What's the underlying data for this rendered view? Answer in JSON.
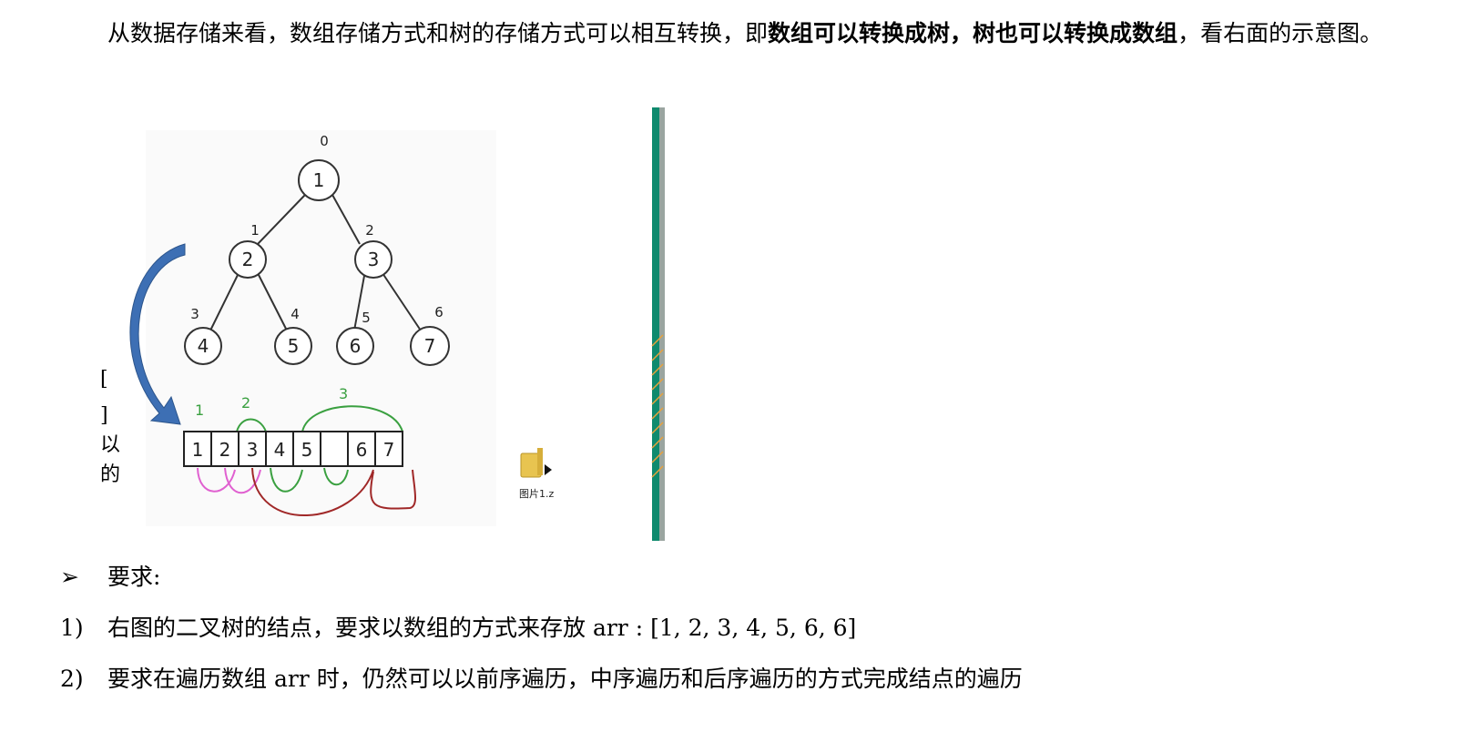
{
  "paragraph": {
    "intro": "从数据存储来看，数组存储方式和树的存储方式可以相互转换，即",
    "bold1": "数组可以转换成树",
    "comma": "，",
    "bold2": "树也可以转换成数组",
    "end": "，看右面的示意图。"
  },
  "figure": {
    "tree_nodes": [
      "1",
      "2",
      "3",
      "4",
      "5",
      "6",
      "7"
    ],
    "index_labels": [
      "0",
      "1",
      "2",
      "3",
      "4",
      "5",
      "6"
    ],
    "array_cells": [
      "1",
      "2",
      "3",
      "4",
      "5",
      "6",
      "7"
    ],
    "level_labels": [
      "1",
      "2",
      "3"
    ],
    "left_edge_text": [
      "[",
      "]",
      "以",
      "的"
    ],
    "file_label": "图片1.z"
  },
  "requirements": {
    "bullet": "➢",
    "title": "要求:",
    "item1_num": "1)",
    "item1_text": "右图的二叉树的结点，要求以数组的方式来存放  arr : [1, 2, 3, 4, 5, 6, 6]",
    "item2_num": "2)",
    "item2_text": "要求在遍历数组  arr 时，仍然可以以前序遍历，中序遍历和后序遍历的方式完成结点的遍历"
  },
  "colors": {
    "arrow_blue": "#3d6fb4",
    "pink": "#e060d0",
    "green": "#3aa040",
    "darkred": "#a02828",
    "teal_bar": "#0f8a6e",
    "file_yellow": "#e8c450"
  }
}
